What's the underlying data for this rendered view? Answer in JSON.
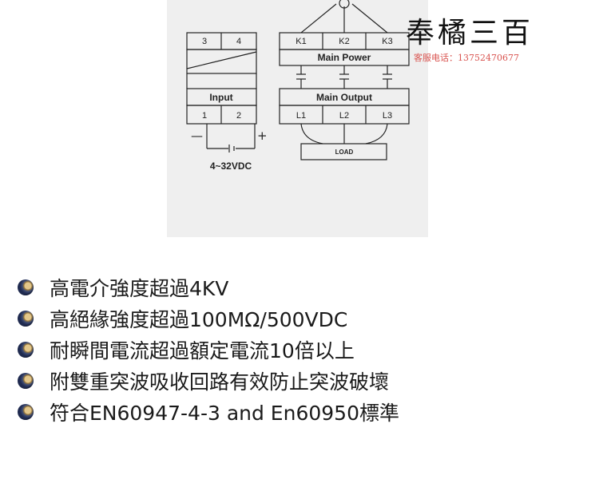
{
  "diagram": {
    "left_terminals": [
      "3",
      "4"
    ],
    "input_label": "Input",
    "input_terminals": [
      "1",
      "2"
    ],
    "minus": "—",
    "plus": "+",
    "voltage": "4~32VDC",
    "power_terminals": [
      "K1",
      "K2",
      "K3"
    ],
    "main_power": "Main Power",
    "main_output": "Main Output",
    "output_terminals": [
      "L1",
      "L2",
      "L3"
    ],
    "load": "LOAD"
  },
  "brand": {
    "name": "奉橘三百",
    "contact": "客服电话：13752470677"
  },
  "features": [
    "高電介強度超過4KV",
    "高絕緣強度超過100MΩ/500VDC",
    "耐瞬間電流超過額定電流10倍以上",
    "附雙重突波吸收回路有效防止突波破壞",
    "符合EN60947-4-3 and En60950標準"
  ],
  "colors": {
    "panel_bg": "#efefef",
    "contact_red": "#d9534f",
    "bullet": "bullet-icon"
  }
}
